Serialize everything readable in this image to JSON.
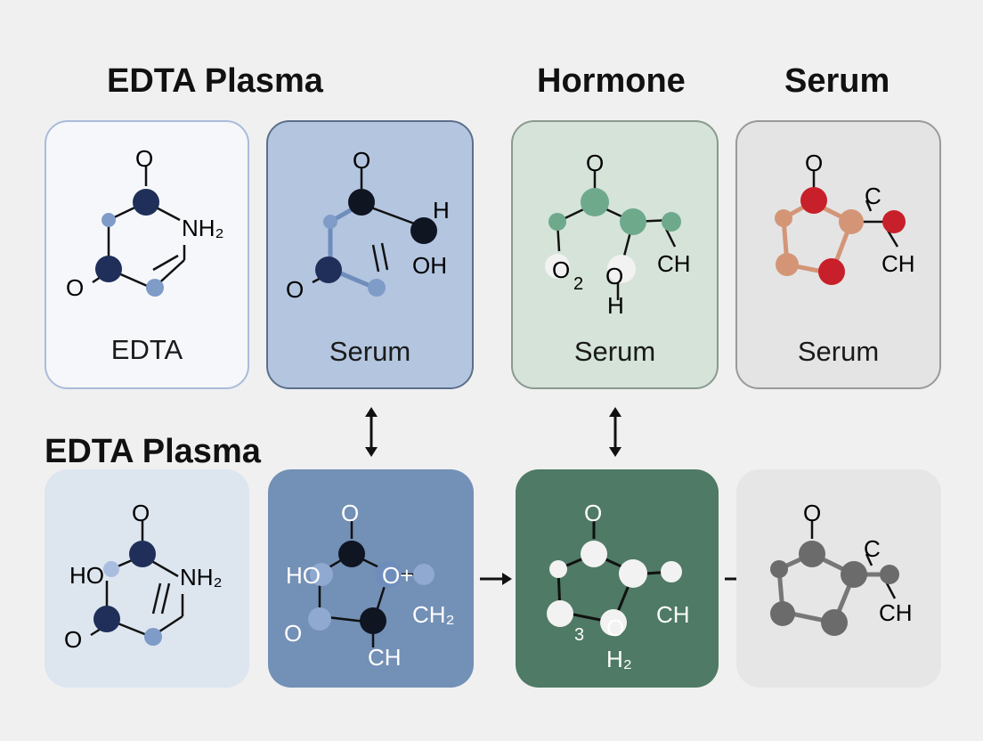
{
  "headings": {
    "top_left": "EDTA Plasma",
    "top_middle": "Hormone",
    "top_right": "Serum",
    "bottom_left": "EDTA Plasma"
  },
  "cards": {
    "top_1": {
      "label": "EDTA",
      "atoms": {
        "o_top": "O",
        "nh2": "NH₂",
        "o_left": "O"
      }
    },
    "top_2": {
      "label": "Serum",
      "atoms": {
        "o_top": "O",
        "h": "H",
        "oh": "OH",
        "o_left": "O",
        "bond_mark": "//"
      }
    },
    "top_3": {
      "label": "Serum",
      "atoms": {
        "o_top": "O",
        "o2": "O",
        "sub2": "2",
        "o_ring": "O",
        "h_below": "H",
        "ch": "CH"
      }
    },
    "top_4": {
      "label": "Serum",
      "atoms": {
        "o_top": "O",
        "c": "C",
        "ch": "CH"
      }
    },
    "bottom_1": {
      "atoms": {
        "o_top": "O",
        "ho": "HO",
        "nh2": "NH₂",
        "o_left": "O",
        "bond_mark": "//"
      }
    },
    "bottom_2": {
      "atoms": {
        "o_top": "O",
        "ho": "HO",
        "o_plus": "O+",
        "ch2": "CH₂",
        "o_left": "O",
        "ch": "CH"
      }
    },
    "bottom_3": {
      "atoms": {
        "o_top": "O",
        "ch": "CH",
        "sub3": "3",
        "o_ring": "O",
        "h2": "H₂"
      }
    },
    "bottom_4": {
      "atoms": {
        "o_top": "O",
        "c": "C",
        "ch": "CH"
      }
    }
  },
  "colors": {
    "background": "#f0f0f1",
    "navy_atom": "#1f2f5a",
    "light_blue_atom": "#7f9cc8",
    "green_atom": "#6ea98c",
    "red_atom": "#c8202a",
    "tan_atom": "#d49577",
    "gray_atom": "#707070",
    "white_atom": "#f2f2f2",
    "black_atom": "#101522"
  }
}
